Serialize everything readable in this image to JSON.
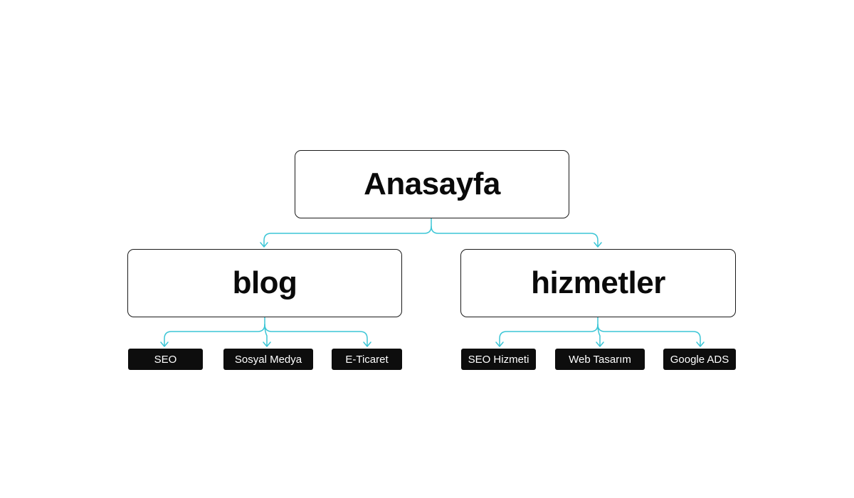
{
  "diagram": {
    "root": {
      "label": "Anasayfa"
    },
    "branches": [
      {
        "label": "blog",
        "children": [
          "SEO",
          "Sosyal Medya",
          "E-Ticaret"
        ]
      },
      {
        "label": "hizmetler",
        "children": [
          "SEO Hizmeti",
          "Web Tasarım",
          "Google ADS"
        ]
      }
    ]
  },
  "colors": {
    "connector": "#3cc6d6",
    "node_border": "#1a1a1a",
    "leaf_background": "#0d0d0d",
    "leaf_text": "#ffffff"
  }
}
